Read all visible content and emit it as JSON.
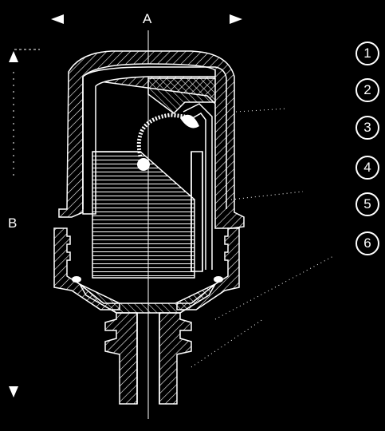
{
  "dimensions": {
    "width_label": "A",
    "height_label": "B"
  },
  "callouts": [
    {
      "number": "1"
    },
    {
      "number": "2"
    },
    {
      "number": "3"
    },
    {
      "number": "4"
    },
    {
      "number": "5"
    },
    {
      "number": "6"
    }
  ],
  "colors": {
    "background": "#000000",
    "line": "#ffffff"
  }
}
